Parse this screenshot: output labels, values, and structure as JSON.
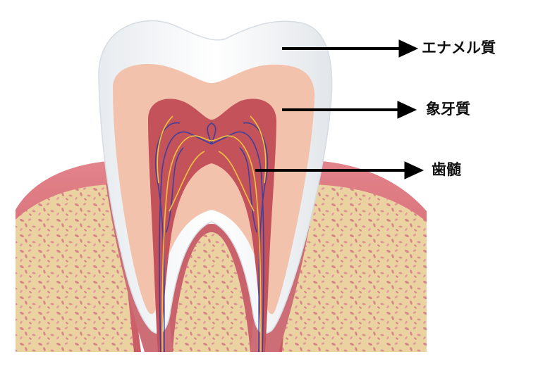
{
  "labels": {
    "enamel": "エナメル質",
    "dentin": "象牙質",
    "pulp": "歯髄"
  },
  "colors": {
    "enamel": "#f4f6f8",
    "dentin": "#f3c2ac",
    "pulp": "#c3525a",
    "gum": "#d9747d",
    "bone": "#ead3a0",
    "nerve_blue": "#3b3f9c",
    "nerve_yellow": "#f2c83a",
    "arrow": "#000000"
  }
}
